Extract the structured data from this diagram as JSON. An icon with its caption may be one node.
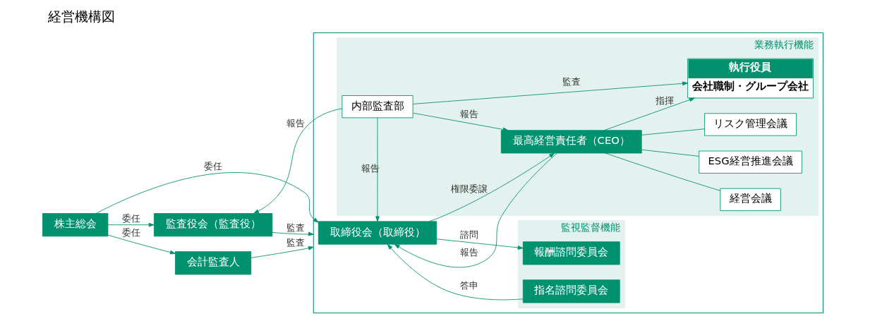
{
  "diagram": {
    "title": "経営機構図",
    "nodes": [
      {
        "text": [
          "株主総会"
        ]
      },
      {
        "text": [],
        "shape": "box"
      },
      {
        "text": [
          "監視監督機能"
        ],
        "in": 1
      },
      {
        "text": [
          "業務執行機能"
        ],
        "in": 1
      },
      {
        "text": [
          "取締役会（取締役）"
        ],
        "in": 1
      },
      {
        "text": [
          "報酬諮問委員会"
        ],
        "in": 2
      },
      {
        "text": [
          "指名諮問委員会"
        ],
        "in": 2
      },
      {
        "text": [
          "監査役会（監査役）"
        ]
      },
      {
        "text": [
          "会計監査人"
        ]
      },
      {
        "text": [
          "内部監査部"
        ],
        "in": 3
      },
      {
        "text": [
          "最高経営責任者（CEO）"
        ],
        "in": 3
      },
      {
        "text": [
          "執行役員",
          "会社職制・グループ会社"
        ],
        "in": 3
      },
      {
        "text": [
          "経営会議"
        ],
        "in": 3
      },
      {
        "text": [
          "ESG経営推進会議"
        ],
        "in": 3
      },
      {
        "text": [
          "リスク管理会議"
        ],
        "in": 3
      }
    ],
    "edges": [
      {
        "from": 0,
        "to": 4,
        "arrow": "to",
        "label": "委任"
      },
      {
        "from": 0,
        "to": 7,
        "arrow": "to",
        "label": "委任"
      },
      {
        "from": 0,
        "to": 8,
        "arrow": "to",
        "label": "委任"
      },
      {
        "from": 7,
        "to": 1,
        "arrow": "to",
        "label": "監査"
      },
      {
        "from": 8,
        "to": 1,
        "arrow": "to",
        "label": "監査"
      },
      {
        "from": 4,
        "to": 5,
        "arrow": "to",
        "label": "諮問"
      },
      {
        "from": 6,
        "to": 4,
        "arrow": "to",
        "label": "答申"
      },
      {
        "from": 9,
        "to": 4,
        "arrow": "to",
        "label": "報告"
      },
      {
        "from": 10,
        "to": 4,
        "arrow": "to",
        "label": "報告"
      },
      {
        "from": 4,
        "to": 10,
        "arrow": "to",
        "label": "権限委譲"
      },
      {
        "from": 9,
        "to": 7,
        "arrow": "to",
        "label": "報告"
      },
      {
        "from": 9,
        "to": 10,
        "arrow": "to",
        "label": "報告"
      },
      {
        "from": 9,
        "to": 11,
        "arrow": "to",
        "label": "監査"
      },
      {
        "from": 10,
        "to": 11,
        "arrow": "to",
        "label": "指揮"
      },
      {
        "from": 10,
        "to": 12,
        "arrow": "none"
      },
      {
        "from": 10,
        "to": 13,
        "arrow": "none"
      },
      {
        "from": 10,
        "to": 14,
        "arrow": "none"
      }
    ]
  }
}
